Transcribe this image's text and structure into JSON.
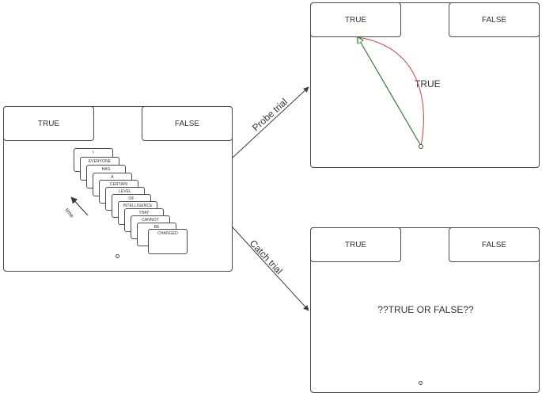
{
  "main_panel": {
    "true_label": "TRUE",
    "false_label": "FALSE",
    "time_label": "time",
    "words": [
      "I",
      "EVERYONE",
      "HAS",
      "A",
      "CERTAIN",
      "LEVEL",
      "OF",
      "INTELLIGENCE",
      "THAT",
      "CANNOT",
      "BE",
      "CHANGED"
    ]
  },
  "arrows": {
    "probe_label": "Probe trial",
    "catch_label": "Catch trial"
  },
  "probe_panel": {
    "true_label": "TRUE",
    "false_label": "FALSE",
    "response_label": "TRUE",
    "colors": {
      "correct_path": "#2e7d32",
      "arc": "#e53935"
    }
  },
  "catch_panel": {
    "true_label": "TRUE",
    "false_label": "FALSE",
    "question": "??TRUE OR FALSE??"
  }
}
